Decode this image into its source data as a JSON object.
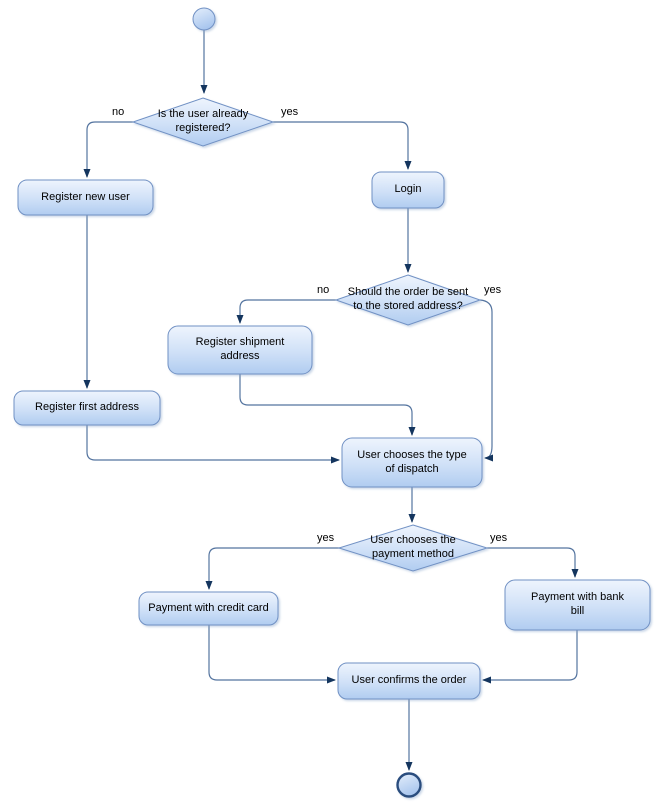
{
  "diagram": {
    "type": "activity-flowchart",
    "nodes": {
      "start": {
        "kind": "start-circle"
      },
      "decision_registered": {
        "kind": "decision",
        "lines": [
          "Is the user already",
          "registered?"
        ]
      },
      "register_new_user": {
        "kind": "action",
        "lines": [
          "Register new user"
        ]
      },
      "login": {
        "kind": "action",
        "lines": [
          "Login"
        ]
      },
      "decision_stored_address": {
        "kind": "decision",
        "lines": [
          "Should the order be sent",
          "to the stored address?"
        ]
      },
      "register_shipment_address": {
        "kind": "action",
        "lines": [
          "Register shipment",
          "address"
        ]
      },
      "register_first_address": {
        "kind": "action",
        "lines": [
          "Register first address"
        ]
      },
      "choose_dispatch": {
        "kind": "action",
        "lines": [
          "User chooses the type",
          "of dispatch"
        ]
      },
      "decision_payment": {
        "kind": "decision",
        "lines": [
          "User chooses the",
          "payment method"
        ]
      },
      "payment_credit_card": {
        "kind": "action",
        "lines": [
          "Payment with credit card"
        ]
      },
      "payment_bank_bill": {
        "kind": "action",
        "lines": [
          "Payment with bank",
          "bill"
        ]
      },
      "confirm_order": {
        "kind": "action",
        "lines": [
          "User confirms the order"
        ]
      },
      "end": {
        "kind": "end-circle"
      }
    },
    "edge_labels": {
      "registered_no": "no",
      "registered_yes": "yes",
      "stored_no": "no",
      "stored_yes": "yes",
      "payment_left_yes": "yes",
      "payment_right_yes": "yes"
    },
    "colors": {
      "node_fill_top": "#ecf3fc",
      "node_fill_bottom": "#b2cdf1",
      "node_border": "#7191c4",
      "connector": "#54749f",
      "arrowhead": "#14355e",
      "end_circle_border": "#2c4d7e"
    }
  }
}
